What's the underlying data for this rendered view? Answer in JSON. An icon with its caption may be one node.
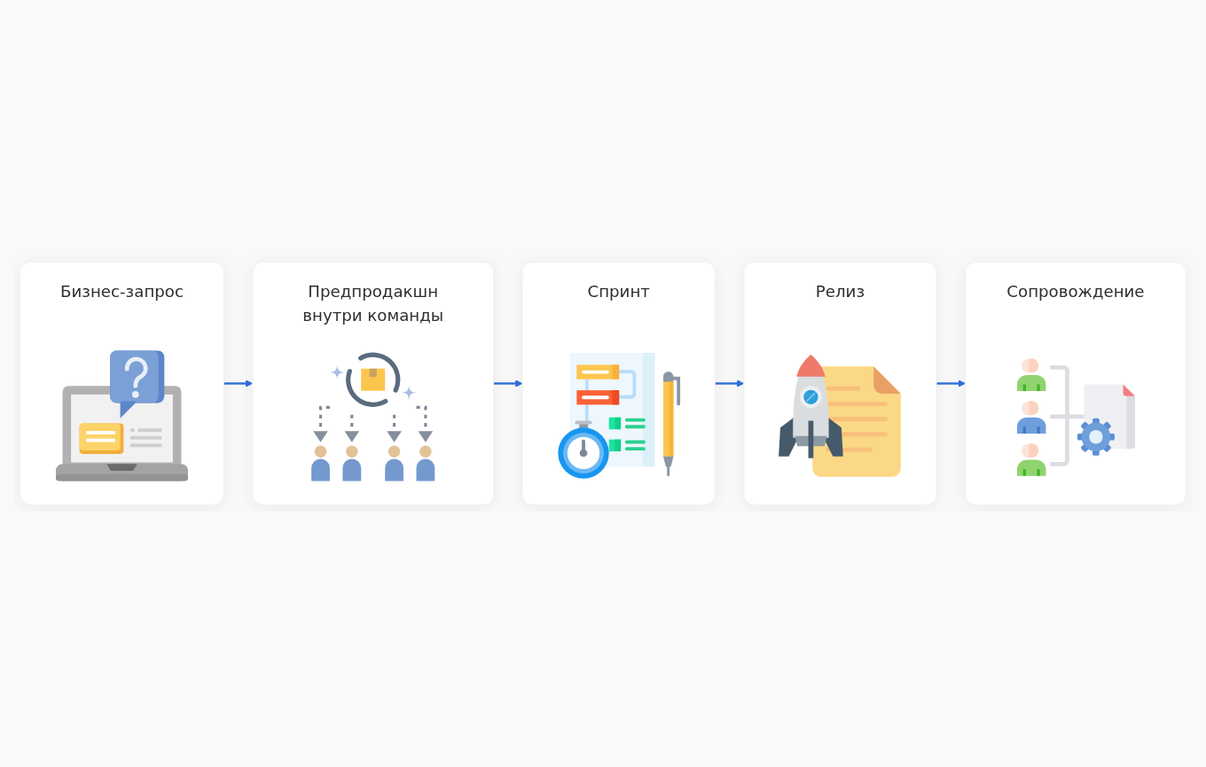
{
  "diagram": {
    "nodes": [
      {
        "text": [
          "Бизнес-запрос"
        ]
      },
      {
        "text": [
          "Предпродакшн внутри команды"
        ]
      },
      {
        "text": [
          "Спринт"
        ]
      },
      {
        "text": [
          "Релиз"
        ]
      },
      {
        "text": [
          "Сопровождение"
        ]
      }
    ],
    "edges": [
      {
        "from": 0,
        "to": 1,
        "arrow": "to"
      },
      {
        "from": 1,
        "to": 2,
        "arrow": "to"
      },
      {
        "from": 2,
        "to": 3,
        "arrow": "to"
      },
      {
        "from": 3,
        "to": 4,
        "arrow": "to"
      }
    ]
  }
}
